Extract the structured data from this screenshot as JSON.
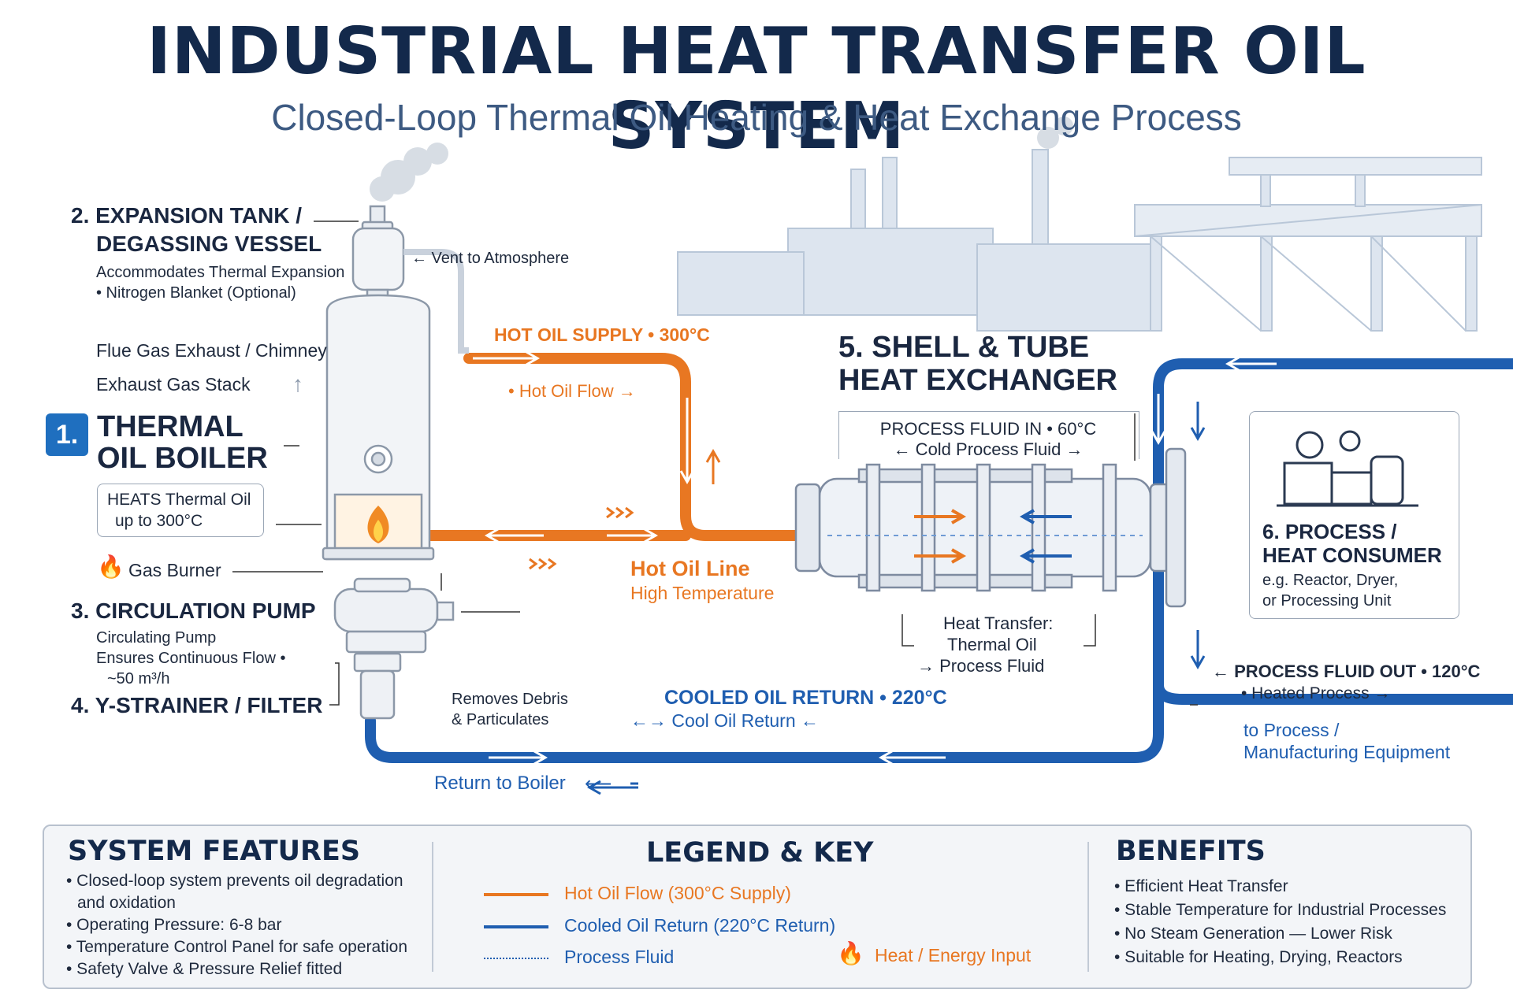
{
  "title": "INDUSTRIAL HEAT TRANSFER OIL SYSTEM",
  "subtitle": "Closed-Loop Thermal Oil Heating & Heat Exchange Process",
  "colors": {
    "hot_oil": "#e87722",
    "cooled_oil": "#1f5eb0",
    "navy": "#13294b",
    "accent_badge": "#1f6fbf"
  },
  "components": {
    "expansion_tank": {
      "title_line1": "2. EXPANSION TANK /",
      "title_line2": "DEGASSING VESSEL",
      "desc_line1": "Accommodates Thermal Expansion",
      "desc_line2": "• Nitrogen Blanket (Optional)",
      "vent": "← Vent to Atmosphere"
    },
    "flue": {
      "line1": "Flue Gas Exhaust / Chimney",
      "line2": "Exhaust Gas Stack"
    },
    "boiler": {
      "badge": "1.",
      "title_line1": "THERMAL",
      "title_line2": "OIL BOILER",
      "desc_line1": "HEATS Thermal Oil",
      "desc_line2": "up to 300°C",
      "burner": "Gas Burner"
    },
    "pump": {
      "title": "3. CIRCULATION PUMP",
      "desc_line1": "Circulating Pump",
      "desc_line2": "Ensures Continuous Flow •",
      "desc_line3": "~50 m³/h"
    },
    "strainer": {
      "title": "4. Y-STRAINER / FILTER",
      "desc_line1": "Removes Debris",
      "desc_line2": "& Particulates"
    },
    "hot_supply": {
      "label": "HOT OIL SUPPLY • 300°C",
      "flow": "• Hot Oil Flow →",
      "line_label": "Hot Oil Line",
      "line_sub": "High Temperature"
    },
    "heat_exchanger": {
      "title_line1": "5. SHELL & TUBE",
      "title_line2": "HEAT EXCHANGER",
      "fluid_in": "PROCESS FLUID IN • 60°C",
      "fluid_in_sub": "← Cold Process Fluid →",
      "transfer_line1": "Heat Transfer:",
      "transfer_line2": "Thermal Oil",
      "transfer_line3": "→ Process Fluid"
    },
    "cooled_return": {
      "label": "COOLED OIL RETURN • 220°C",
      "sub": "←→ Cool Oil Return ←",
      "return_to": "Return to Boiler"
    },
    "process_consumer": {
      "title_line1": "6. PROCESS /",
      "title_line2": "HEAT CONSUMER",
      "desc_line1": "e.g. Reactor, Dryer,",
      "desc_line2": "or Processing Unit"
    },
    "process_out": {
      "label": "← PROCESS FLUID OUT • 120°C",
      "sub": "• Heated Process →",
      "to_line1": "to Process /",
      "to_line2": "Manufacturing Equipment"
    }
  },
  "panel": {
    "features": {
      "title": "SYSTEM FEATURES",
      "items": [
        "• Closed-loop system prevents oil degradation",
        "and oxidation",
        "• Operating Pressure: 6-8 bar",
        "• Temperature Control Panel for safe operation",
        "• Safety Valve & Pressure Relief fitted"
      ]
    },
    "legend": {
      "title": "LEGEND & KEY",
      "hot": "Hot Oil Flow (300°C Supply)",
      "cool": "Cooled Oil Return (220°C Return)",
      "process": "Process Fluid",
      "heat": "Heat / Energy Input"
    },
    "benefits": {
      "title": "BENEFITS",
      "items": [
        "• Efficient Heat Transfer",
        "• Stable Temperature for Industrial Processes",
        "• No Steam Generation — Lower Risk",
        "• Suitable for Heating, Drying, Reactors"
      ]
    }
  }
}
